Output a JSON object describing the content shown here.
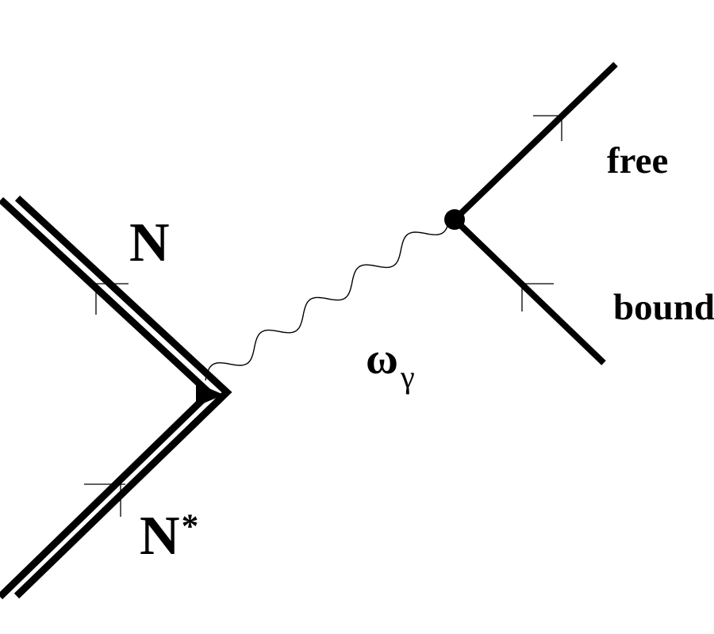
{
  "diagram": {
    "colors": {
      "foreground": "#000000",
      "background": "#ffffff"
    },
    "labels": {
      "incoming_nucleon": "N",
      "excited_nucleon_base": "N",
      "excited_nucleon_sup": "*",
      "photon_base": "ω",
      "photon_sub": "γ",
      "free_nucleon": "free",
      "bound_nucleon": "bound"
    }
  }
}
